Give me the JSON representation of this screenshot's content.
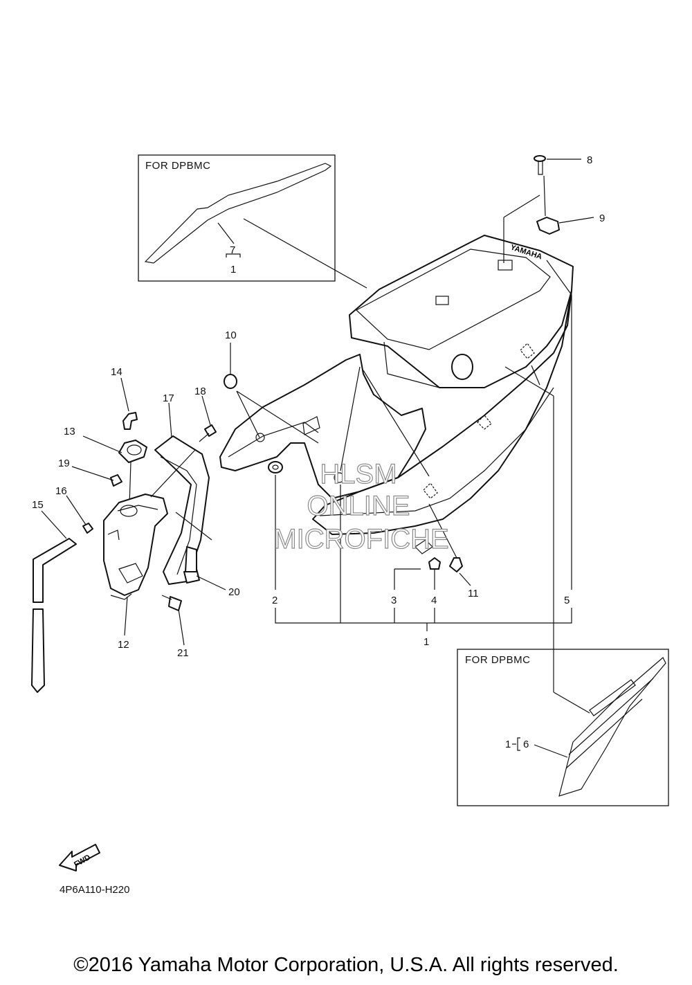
{
  "boxes": {
    "top_left_label": "FOR DPBMC",
    "bottom_right_label": "FOR DPBMC"
  },
  "callouts": {
    "c1": "1",
    "c1b": "1",
    "c1c": "1",
    "c2": "2",
    "c3": "3",
    "c4": "4",
    "c5": "5",
    "c6": "6",
    "c7": "7",
    "c8": "8",
    "c9": "9",
    "c10": "10",
    "c11": "11",
    "c12": "12",
    "c13": "13",
    "c14": "14",
    "c15": "15",
    "c16": "16",
    "c17": "17",
    "c18": "18",
    "c19": "19",
    "c20": "20",
    "c21": "21"
  },
  "watermark": {
    "line1": "HLSM",
    "line2": "ONLINE",
    "line3": "MICROFICHE"
  },
  "fwd_label": "FWD",
  "part_code": "4P6A110-H220",
  "copyright": "©2016 Yamaha Motor Corporation, U.S.A. All rights reserved.",
  "logo_text": "YAMAHA"
}
